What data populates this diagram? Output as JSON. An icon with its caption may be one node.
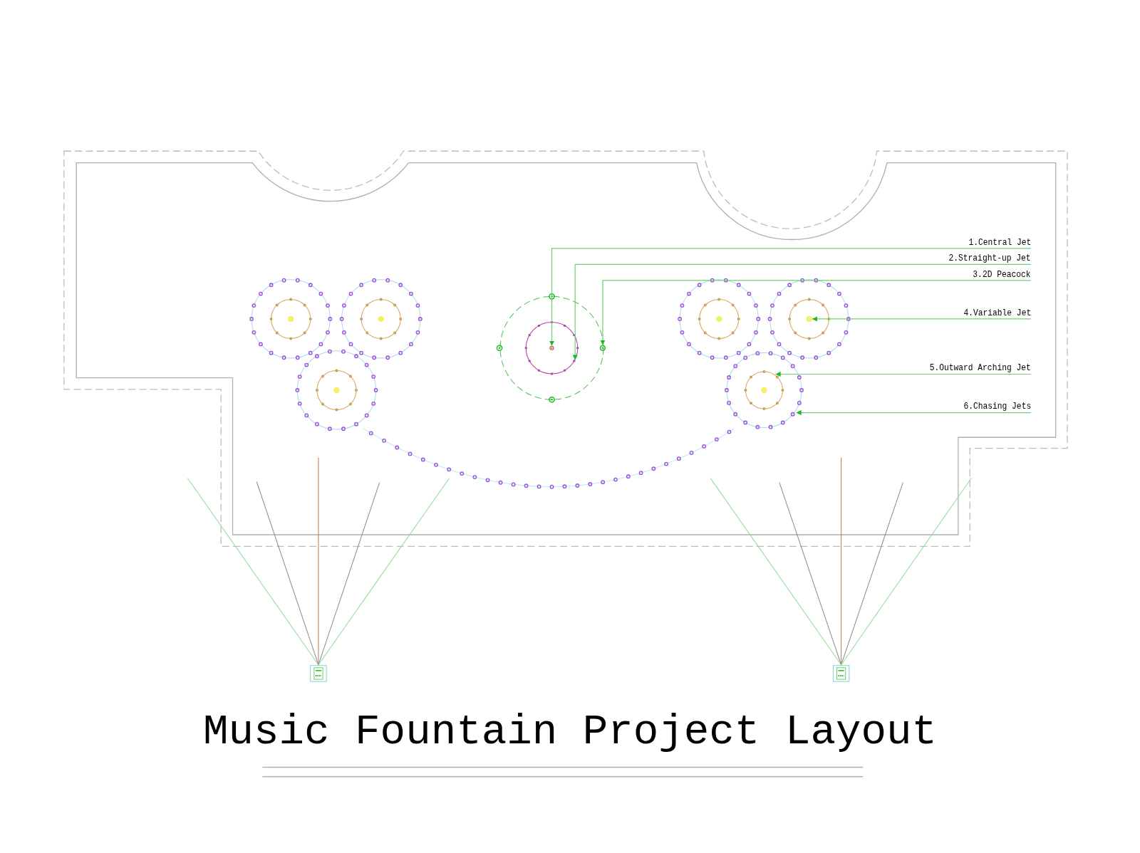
{
  "diagram": {
    "title": "Music Fountain Project Layout",
    "nodes": [
      {
        "text": [
          "1.Central Jet"
        ]
      },
      {
        "text": [
          "2.Straight-up Jet"
        ]
      },
      {
        "text": [
          "3.2D Peacock"
        ]
      },
      {
        "text": [
          "4.Variable Jet"
        ]
      },
      {
        "text": [
          "5.Outward Arching Jet"
        ]
      },
      {
        "text": [
          "6.Chasing Jets"
        ]
      },
      {
        "text": [],
        "shape": "circle"
      },
      {
        "text": [],
        "shape": "circle",
        "in": 6
      },
      {
        "text": [],
        "shape": "circle"
      },
      {
        "text": [],
        "shape": "circle"
      },
      {
        "text": [],
        "shape": "circle"
      },
      {
        "text": [],
        "shape": "circle",
        "in": 10
      }
    ],
    "edges": [
      {
        "from": 0,
        "to": 7,
        "arrow": "to"
      },
      {
        "from": 1,
        "to": 6,
        "arrow": "to"
      },
      {
        "from": 2,
        "to": 8,
        "arrow": "to"
      },
      {
        "from": 3,
        "to": 9,
        "arrow": "to"
      },
      {
        "from": 4,
        "to": 11,
        "arrow": "to"
      },
      {
        "from": 5,
        "to": 10,
        "arrow": "to"
      }
    ]
  }
}
